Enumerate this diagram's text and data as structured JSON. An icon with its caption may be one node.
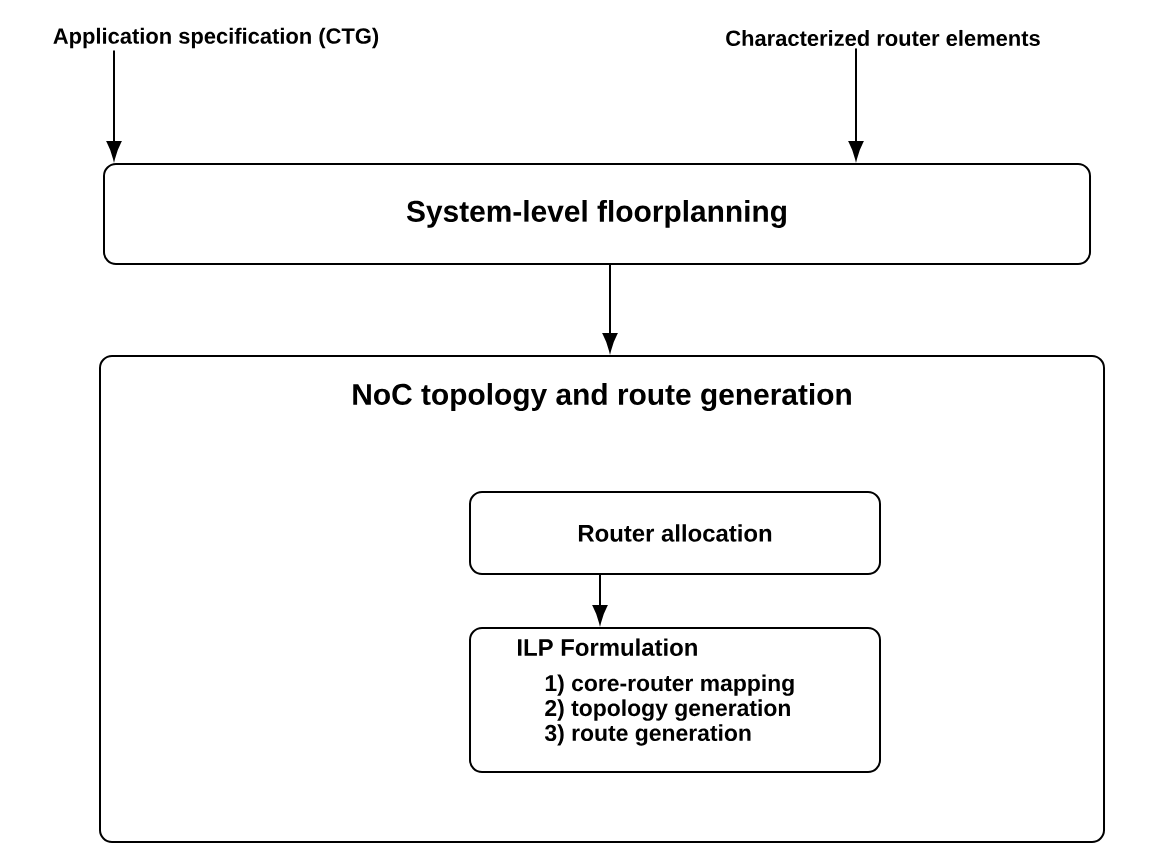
{
  "diagram": {
    "nodes": [
      {
        "text": [
          "Application specification (CTG)"
        ]
      },
      {
        "text": [
          "Characterized router elements"
        ]
      },
      {
        "text": [
          "System-level floorplanning"
        ]
      },
      {
        "text": [
          "NoC topology and route generation"
        ]
      },
      {
        "text": [
          "Router allocation"
        ],
        "in": 3
      },
      {
        "text": [
          "ILP Formulation",
          "1) core-router mapping",
          "2) topology generation",
          "3) route generation"
        ],
        "in": 3
      }
    ],
    "edges": [
      {
        "from": 0,
        "to": 2,
        "arrow": "to"
      },
      {
        "from": 1,
        "to": 2,
        "arrow": "to"
      },
      {
        "from": 2,
        "to": 3,
        "arrow": "to"
      },
      {
        "from": 4,
        "to": 5,
        "arrow": "to"
      }
    ]
  }
}
